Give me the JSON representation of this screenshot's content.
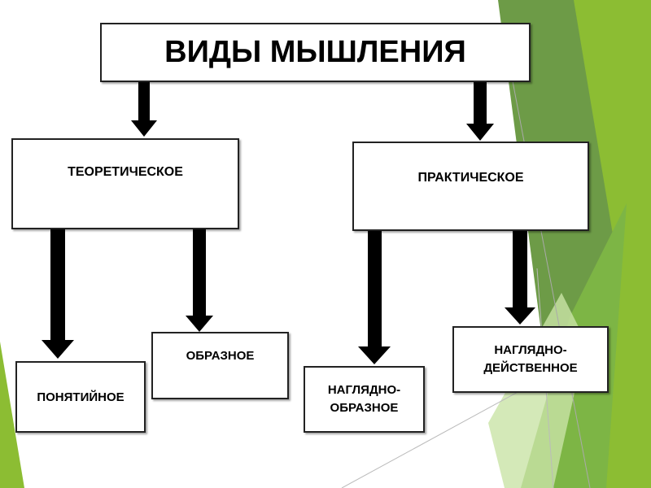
{
  "title": "ВИДЫ МЫШЛЕНИЯ",
  "level1": [
    {
      "label": "ТЕОРЕТИЧЕСКОЕ"
    },
    {
      "label": "ПРАКТИЧЕСКОЕ"
    }
  ],
  "level2": [
    {
      "label": "ПОНЯТИЙНОЕ"
    },
    {
      "label": "ОБРАЗНОЕ"
    },
    {
      "label": "НАГЛЯДНО-\nОБРАЗНОЕ"
    },
    {
      "label": "НАГЛЯДНО-\nДЕЙСТВЕННОЕ"
    }
  ],
  "colors": {
    "dark_green": "#6d9b47",
    "bright_green": "#8cbd33",
    "light_green": "#c9e3a6",
    "mid_green": "#7db545"
  }
}
